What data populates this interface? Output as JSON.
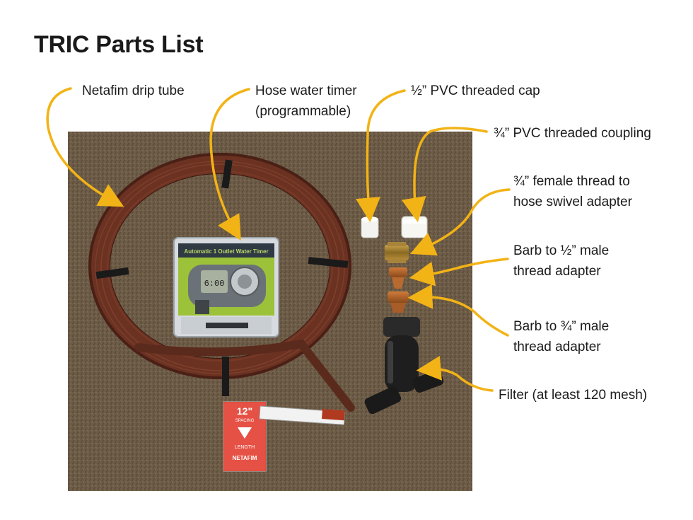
{
  "title": "TRIC Parts List",
  "labels": {
    "drip_tube": "Netafim drip tube",
    "timer_line1": "Hose water timer",
    "timer_line2": "(programmable)",
    "cap": "½” PVC threaded cap",
    "coupling": "¾” PVC threaded coupling",
    "swivel_line1": "¾” female thread to",
    "swivel_line2": "hose swivel adapter",
    "barb_half_line1": "Barb to ½” male",
    "barb_half_line2": "thread adapter",
    "barb_threequarter_line1": "Barb to ¾” male",
    "barb_threequarter_line2": "thread adapter",
    "filter": "Filter (at least 120 mesh)"
  },
  "photo_text": {
    "box_title": "Automatic 1 Outlet Water Timer",
    "timer_display": "6:00",
    "tag_size": "12\"",
    "tag_spacing": "SPACING",
    "tag_length": "LENGTH",
    "tag_brand": "NETAFIM"
  },
  "colors": {
    "arrow": "#f2b316",
    "tube": "#5a2a1c",
    "carpet": "#6b5a45",
    "title_text": "#111111"
  }
}
